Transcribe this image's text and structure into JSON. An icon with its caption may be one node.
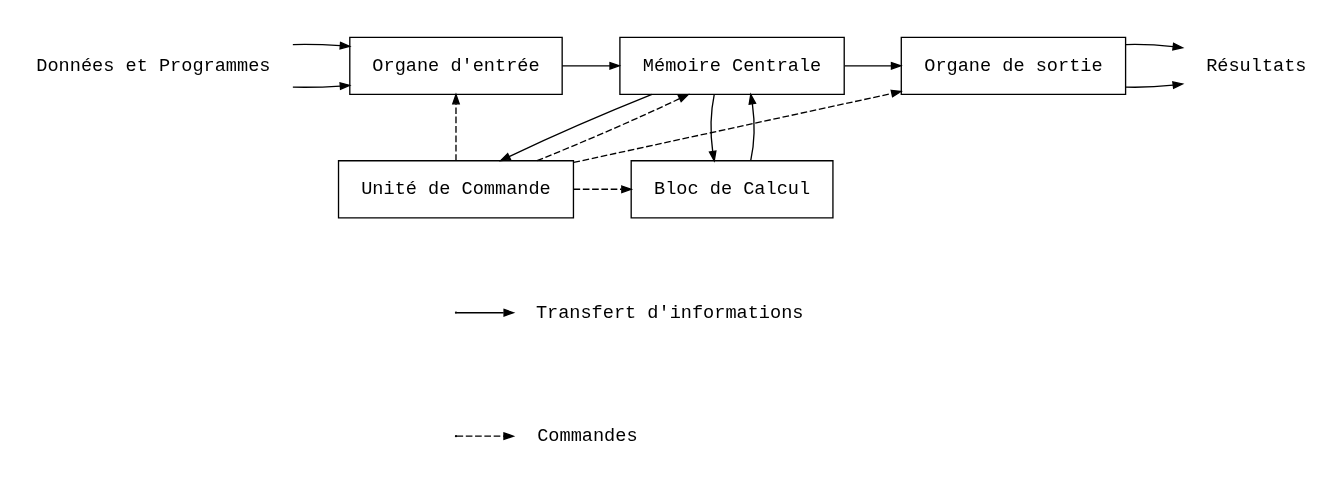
{
  "diagram": {
    "nodes": [
      {
        "text": [
          "Données et Programmes"
        ]
      },
      {
        "text": [
          "Organe d'entrée"
        ]
      },
      {
        "text": [
          "Mémoire Centrale"
        ]
      },
      {
        "text": [
          "Bloc de Calcul"
        ]
      },
      {
        "text": [
          "Organe de sortie"
        ]
      },
      {
        "text": [
          "Résultats"
        ]
      },
      {
        "text": [
          "Unité de Commande"
        ]
      }
    ],
    "edges": [
      {
        "from": 0,
        "to": 1,
        "arrow": "to"
      },
      {
        "from": 0,
        "to": 1,
        "arrow": "to"
      },
      {
        "from": 1,
        "to": 2,
        "arrow": "to"
      },
      {
        "from": 2,
        "to": 3,
        "arrow": "to"
      },
      {
        "from": 3,
        "to": 2,
        "arrow": "to"
      },
      {
        "from": 2,
        "to": 4,
        "arrow": "to"
      },
      {
        "from": 4,
        "to": 5,
        "arrow": "to"
      },
      {
        "from": 4,
        "to": 5,
        "arrow": "to"
      },
      {
        "from": 2,
        "to": 6,
        "arrow": "to"
      },
      {
        "from": 6,
        "to": 2,
        "arrow": "to",
        "style": "dashed"
      },
      {
        "from": 6,
        "to": 1,
        "arrow": "to",
        "style": "dashed"
      },
      {
        "from": 6,
        "to": 4,
        "arrow": "to",
        "style": "dashed"
      },
      {
        "from": 6,
        "to": 3,
        "arrow": "to",
        "style": "dashed"
      }
    ],
    "legend": [
      {
        "text": "Transfert d'informations"
      },
      {
        "text": "Commandes"
      }
    ]
  }
}
